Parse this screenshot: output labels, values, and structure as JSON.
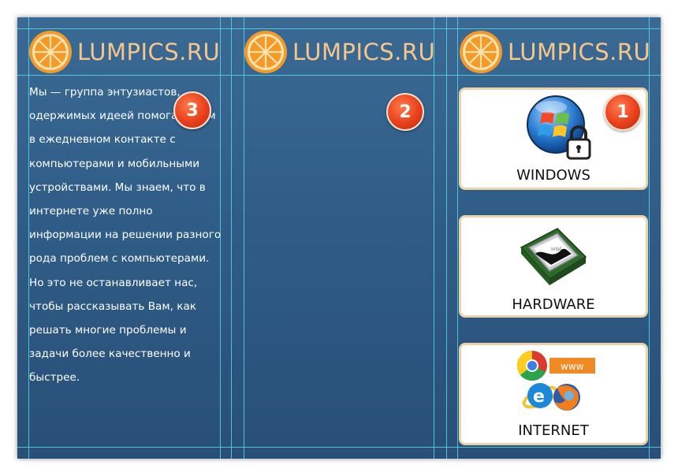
{
  "brand": {
    "text": "LUMPICS.RU"
  },
  "badges": [
    "1",
    "2",
    "3"
  ],
  "about_text": "Мы — группа энтузиастов, одержимых идеей помогать Вам в ежедневном контакте с компьютерами и мобильными устройствами. Мы знаем, что в интернете уже полно информации на решении разного рода проблем с компьютерами. Но это не останавливает нас, чтобы рассказывать Вам, как решать многие проблемы и задачи более качественно и быстрее.",
  "cards": [
    {
      "label": "WINDOWS",
      "icon": "windows-lock-icon"
    },
    {
      "label": "HARDWARE",
      "icon": "cpu-chip-icon"
    },
    {
      "label": "INTERNET",
      "icon": "browsers-icon"
    }
  ],
  "browser_tag": "www",
  "colors": {
    "background": "#2f5d87",
    "brand_text": "#f7c68b",
    "badge": "#e8401c",
    "guides": "#4fd8ea",
    "card_border": "#f0d2a8"
  }
}
